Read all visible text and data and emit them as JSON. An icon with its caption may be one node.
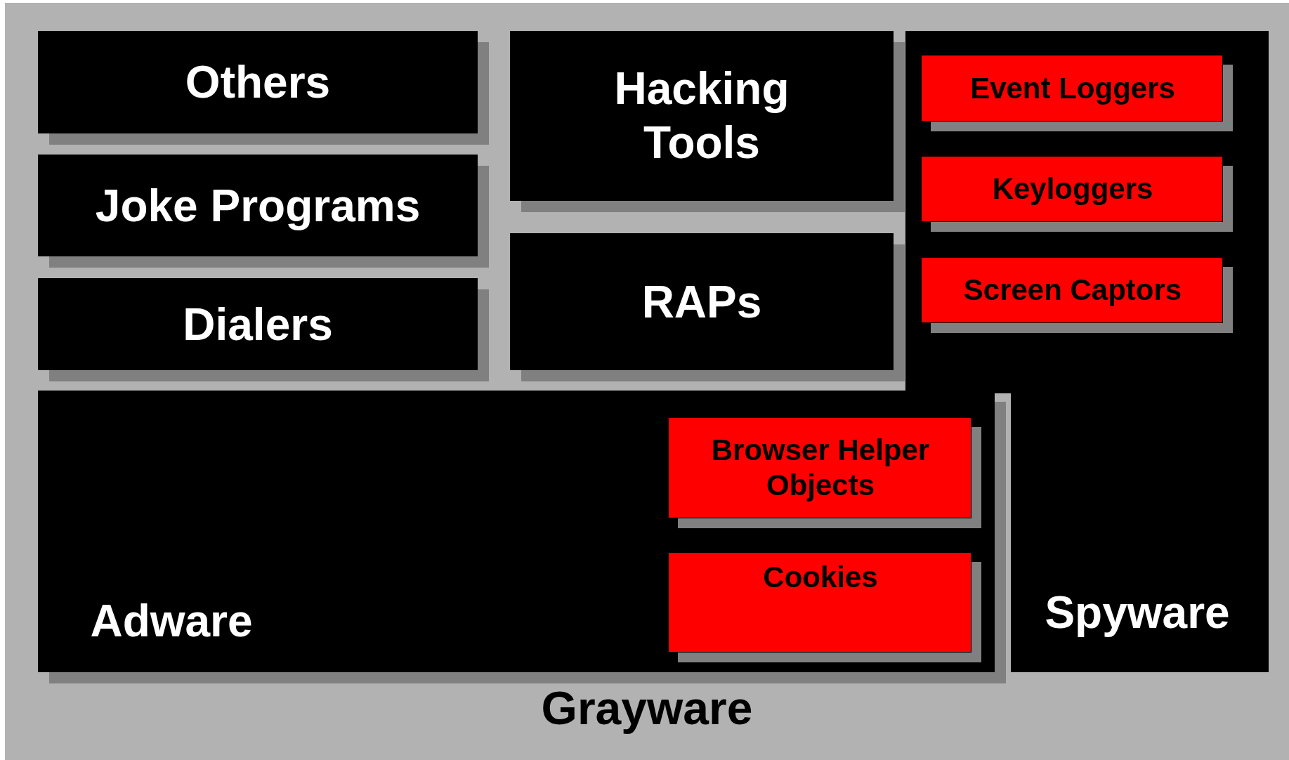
{
  "diagram": {
    "nodes": [
      {
        "text": [
          "Grayware"
        ]
      },
      {
        "text": [
          "Others"
        ],
        "in": 0
      },
      {
        "text": [
          "Joke Programs"
        ],
        "in": 0
      },
      {
        "text": [
          "Dialers"
        ],
        "in": 0
      },
      {
        "text": [
          "Hacking Tools"
        ],
        "in": 0
      },
      {
        "text": [
          "RAPs"
        ],
        "in": 0
      },
      {
        "text": [
          "Spyware"
        ],
        "in": 0
      },
      {
        "text": [
          "Event Loggers"
        ],
        "in": 6
      },
      {
        "text": [
          "Keyloggers"
        ],
        "in": 6
      },
      {
        "text": [
          "Screen Captors"
        ],
        "in": 6
      },
      {
        "text": [
          "Adware"
        ],
        "in": 0
      },
      {
        "text": [
          "Browser Helper Objects"
        ],
        "in": 10
      },
      {
        "text": [
          "Cookies"
        ],
        "in": 10
      }
    ],
    "edges": []
  }
}
